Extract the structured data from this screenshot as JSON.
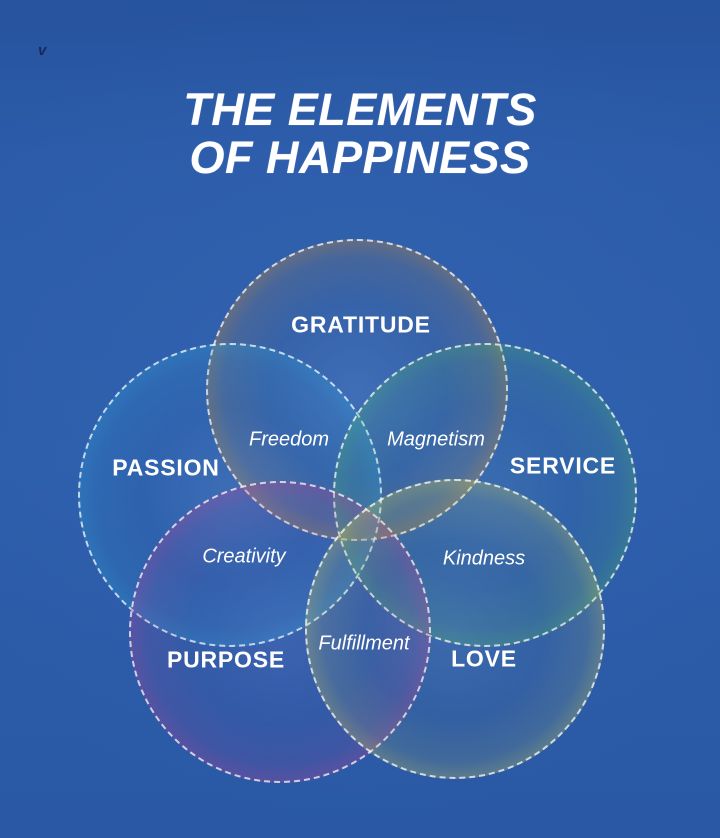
{
  "page": {
    "corner_mark": "v",
    "background_color": "#2B5BA9",
    "text_color": "#FFFFFF"
  },
  "title": {
    "line1": "THE ELEMENTS",
    "line2": "OF HAPPINESS"
  },
  "diagram": {
    "type": "venn",
    "circles": [
      {
        "label": "GRATITUDE",
        "color": "#E8921E",
        "position": "top"
      },
      {
        "label": "PASSION",
        "color": "#2FA5D9",
        "position": "left"
      },
      {
        "label": "SERVICE",
        "color": "#4FBA62",
        "position": "right"
      },
      {
        "label": "PURPOSE",
        "color": "#C73E96",
        "position": "bottom-left"
      },
      {
        "label": "LOVE",
        "color": "#D7D350",
        "position": "bottom-right"
      }
    ],
    "intersections": [
      {
        "label": "Freedom",
        "between": "GRATITUDE + PASSION"
      },
      {
        "label": "Magnetism",
        "between": "GRATITUDE + SERVICE"
      },
      {
        "label": "Creativity",
        "between": "PASSION + PURPOSE"
      },
      {
        "label": "Kindness",
        "between": "SERVICE + LOVE"
      },
      {
        "label": "Fulfillment",
        "between": "PURPOSE + LOVE"
      }
    ]
  }
}
